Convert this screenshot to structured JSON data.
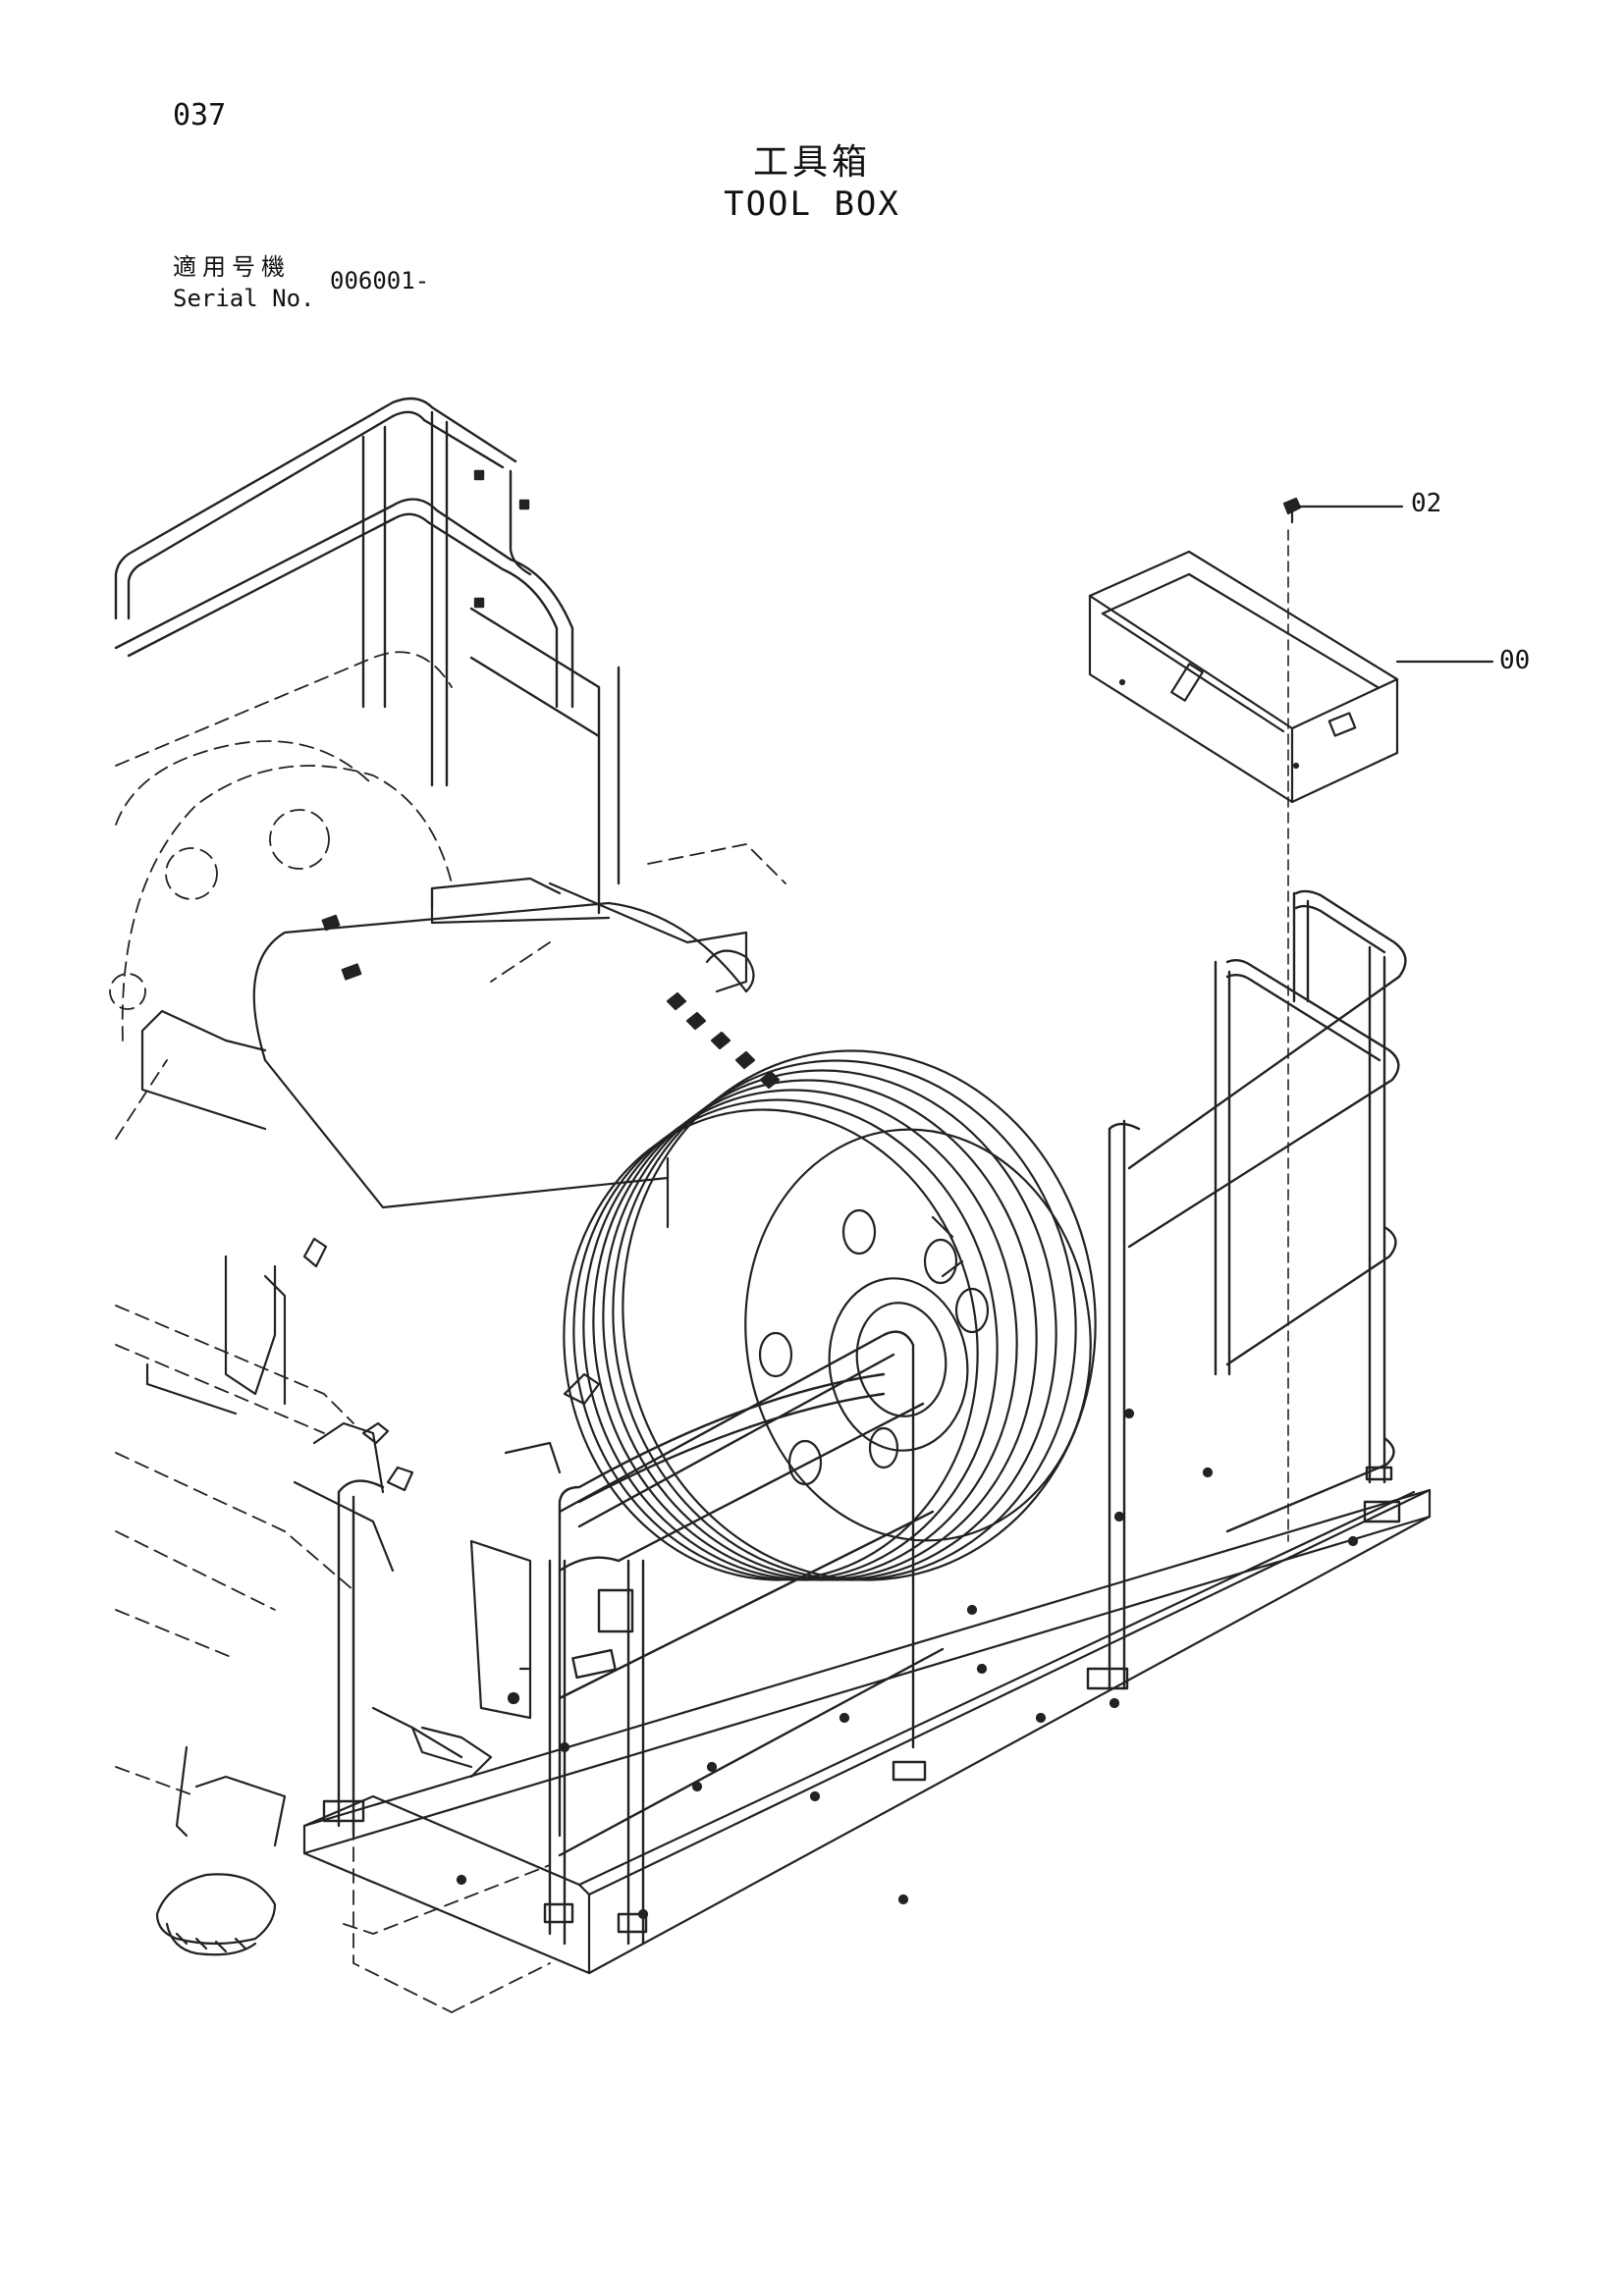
{
  "page_number": "037",
  "title_jp": "工具箱",
  "title_en": "TOOL BOX",
  "serial": {
    "label_jp": "適用号機",
    "label_en": "Serial No.",
    "value": "006001-"
  },
  "callouts": [
    {
      "id": "02"
    },
    {
      "id": "00"
    }
  ]
}
